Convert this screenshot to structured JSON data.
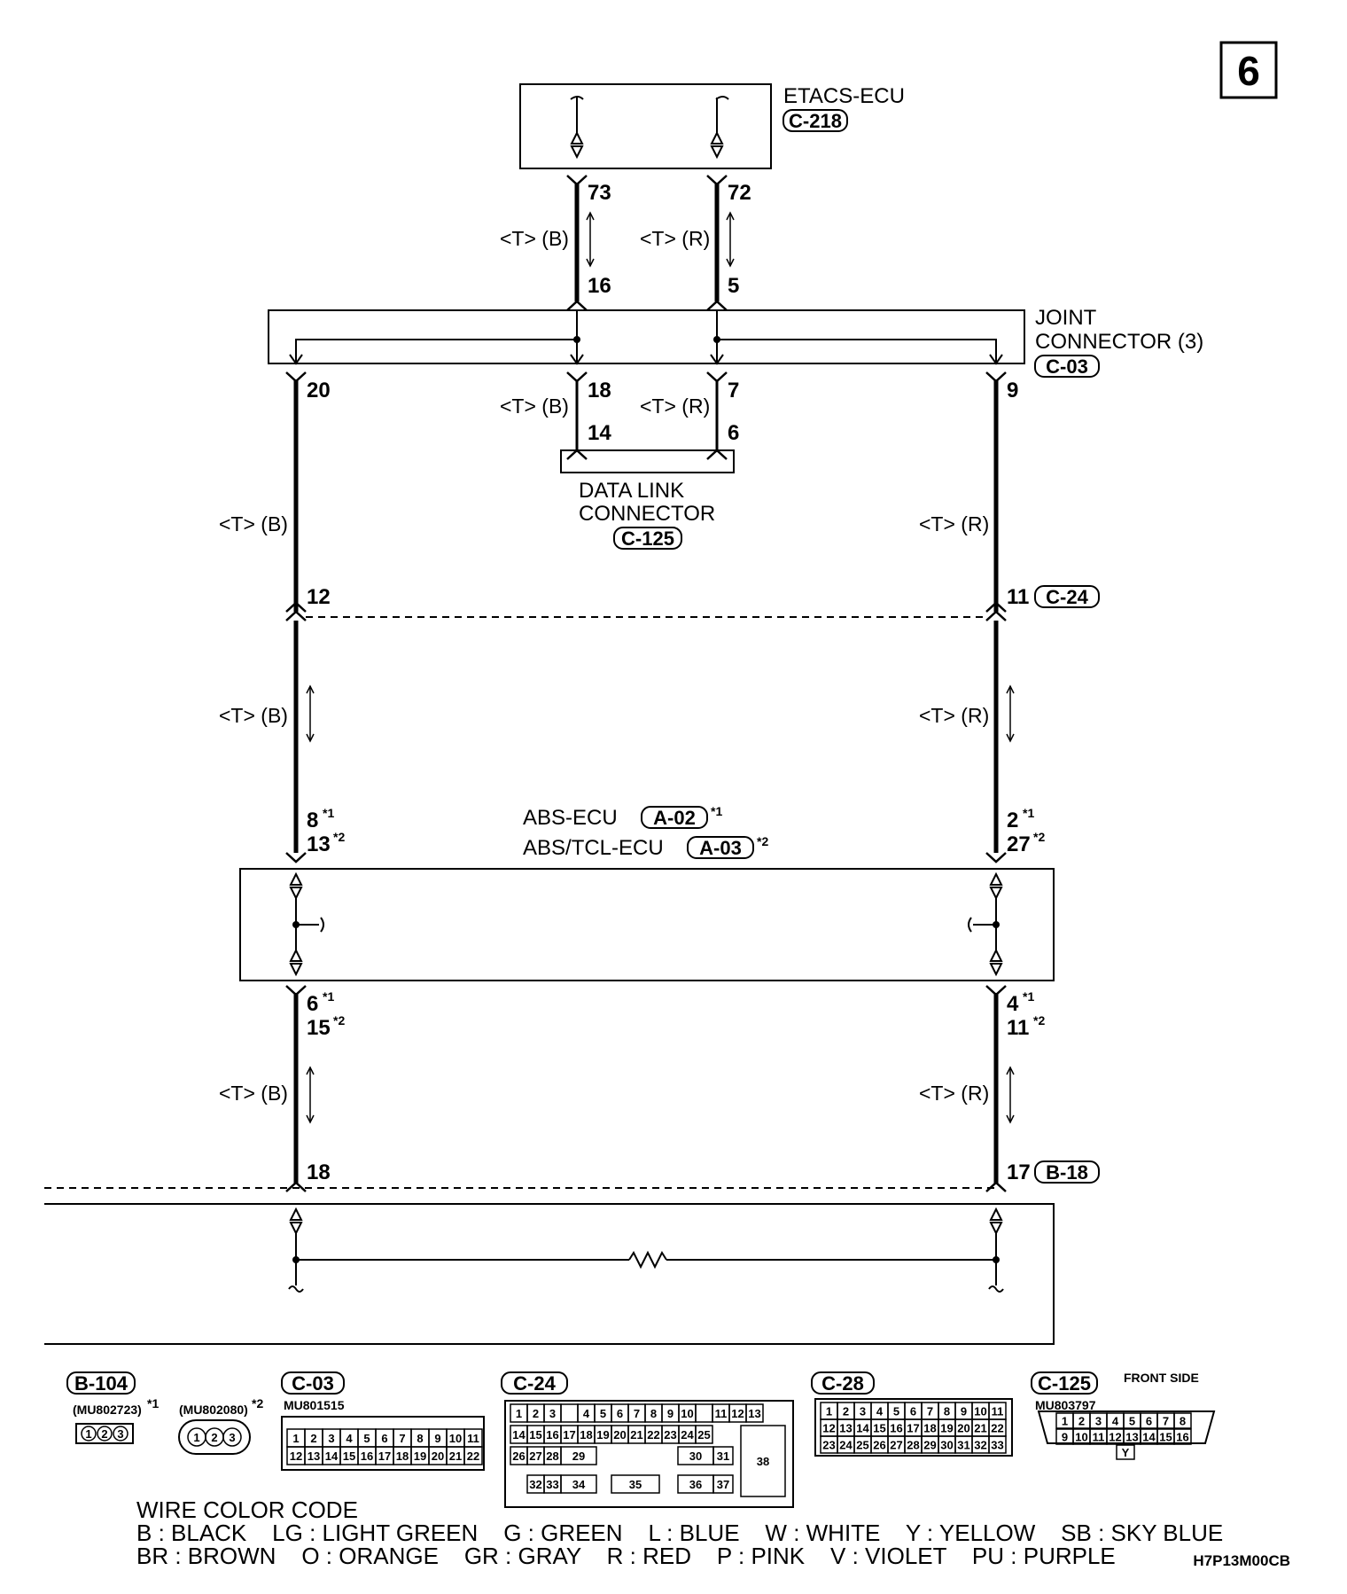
{
  "page_number": "6",
  "figure_code": "H7P13M00CB",
  "components": {
    "etacs": {
      "name": "ETACS-ECU",
      "connector": "C-218"
    },
    "joint": {
      "name_line1": "JOINT",
      "name_line2": "CONNECTOR (3)",
      "connector": "C-03"
    },
    "dlc": {
      "name_line1": "DATA LINK",
      "name_line2": "CONNECTOR",
      "connector": "C-125"
    },
    "abs": {
      "name": "ABS-ECU",
      "connector": "A-02",
      "note": "*1"
    },
    "abs_tcl": {
      "name": "ABS/TCL-ECU",
      "connector": "A-03",
      "note": "*2"
    },
    "c24": {
      "connector": "C-24"
    },
    "b18": {
      "connector": "B-18"
    }
  },
  "wire_labels": {
    "black": "<T> (B)",
    "red": "<T> (R)"
  },
  "pins": {
    "etacs_left": "73",
    "etacs_right": "72",
    "joint_in_left": "16",
    "joint_in_right": "5",
    "joint_out_far_left": "20",
    "joint_out_left": "18",
    "joint_out_right": "7",
    "joint_out_far_right": "9",
    "dlc_left": "14",
    "dlc_right": "6",
    "c24_left": "12",
    "c24_right": "11",
    "abs_top_left_1": "8",
    "abs_top_left_2": "13",
    "abs_top_right_1": "2",
    "abs_top_right_2": "27",
    "abs_bottom_left_1": "6",
    "abs_bottom_left_2": "15",
    "abs_bottom_right_1": "4",
    "abs_bottom_right_2": "11",
    "b18_left": "18",
    "b18_right": "17",
    "note1": "*1",
    "note2": "*2"
  },
  "connector_views": {
    "b104": {
      "id": "B-104",
      "part_a": "(MU802723)",
      "note_a": "*1",
      "part_b": "(MU802080)",
      "note_b": "*2",
      "pins": [
        "1",
        "2",
        "3"
      ]
    },
    "c03": {
      "id": "C-03",
      "part": "MU801515",
      "row1": [
        "1",
        "2",
        "3",
        "4",
        "5",
        "6",
        "7",
        "8",
        "9",
        "10",
        "11"
      ],
      "row2": [
        "12",
        "13",
        "14",
        "15",
        "16",
        "17",
        "18",
        "19",
        "20",
        "21",
        "22"
      ]
    },
    "c24": {
      "id": "C-24",
      "row1": [
        "1",
        "2",
        "3",
        "",
        "4",
        "5",
        "6",
        "7",
        "8",
        "9",
        "10",
        "",
        "11",
        "12",
        "13"
      ],
      "row2": [
        "14",
        "15",
        "16",
        "17",
        "18",
        "19",
        "20",
        "21",
        "22",
        "23",
        "24",
        "25"
      ],
      "row3": [
        "26",
        "27",
        "28",
        "29",
        "30",
        "31"
      ],
      "row4": [
        "32",
        "33",
        "34",
        "35",
        "36",
        "37"
      ],
      "big": "38"
    },
    "c28": {
      "id": "C-28",
      "row1": [
        "1",
        "2",
        "3",
        "4",
        "5",
        "6",
        "7",
        "8",
        "9",
        "10",
        "11"
      ],
      "row2": [
        "12",
        "13",
        "14",
        "15",
        "16",
        "17",
        "18",
        "19",
        "20",
        "21",
        "22"
      ],
      "row3": [
        "23",
        "24",
        "25",
        "26",
        "27",
        "28",
        "29",
        "30",
        "31",
        "32",
        "33"
      ]
    },
    "c125": {
      "id": "C-125",
      "part": "MU803797",
      "side": "FRONT SIDE",
      "row1": [
        "1",
        "2",
        "3",
        "4",
        "5",
        "6",
        "7",
        "8"
      ],
      "row2": [
        "9",
        "10",
        "11",
        "12",
        "13",
        "14",
        "15",
        "16"
      ],
      "key": "Y"
    }
  },
  "wire_color_code": {
    "title": "WIRE COLOR CODE",
    "line1": "B : BLACK    LG : LIGHT GREEN    G : GREEN    L : BLUE    W : WHITE    Y : YELLOW    SB : SKY BLUE",
    "line2": "BR : BROWN    O : ORANGE    GR : GRAY    R : RED    P : PINK    V : VIOLET    PU : PURPLE"
  }
}
